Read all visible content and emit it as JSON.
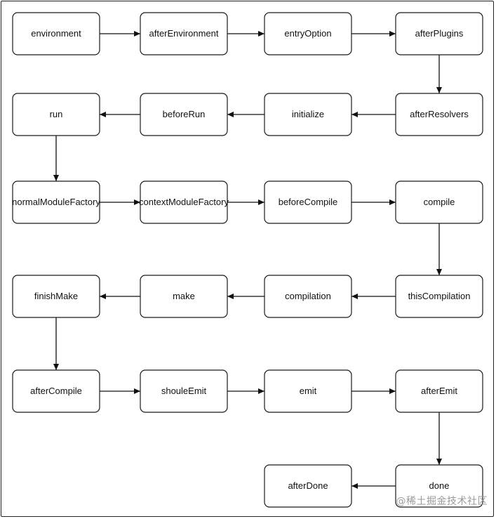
{
  "diagram": {
    "nodes": [
      {
        "id": "environment",
        "label": "environment"
      },
      {
        "id": "afterEnvironment",
        "label": "afterEnvironment"
      },
      {
        "id": "entryOption",
        "label": "entryOption"
      },
      {
        "id": "afterPlugins",
        "label": "afterPlugins"
      },
      {
        "id": "afterResolvers",
        "label": "afterResolvers"
      },
      {
        "id": "initialize",
        "label": "initialize"
      },
      {
        "id": "beforeRun",
        "label": "beforeRun"
      },
      {
        "id": "run",
        "label": "run"
      },
      {
        "id": "normalModuleFactory",
        "label": "normalModuleFactory"
      },
      {
        "id": "contextModuleFactory",
        "label": "contextModuleFactory"
      },
      {
        "id": "beforeCompile",
        "label": "beforeCompile"
      },
      {
        "id": "compile",
        "label": "compile"
      },
      {
        "id": "thisCompilation",
        "label": "thisCompilation"
      },
      {
        "id": "compilation",
        "label": "compilation"
      },
      {
        "id": "make",
        "label": "make"
      },
      {
        "id": "finishMake",
        "label": "finishMake"
      },
      {
        "id": "afterCompile",
        "label": "afterCompile"
      },
      {
        "id": "shouleEmit",
        "label": "shouleEmit"
      },
      {
        "id": "emit",
        "label": "emit"
      },
      {
        "id": "afterEmit",
        "label": "afterEmit"
      },
      {
        "id": "done",
        "label": "done"
      },
      {
        "id": "afterDone",
        "label": "afterDone"
      }
    ],
    "edges": [
      [
        "environment",
        "afterEnvironment"
      ],
      [
        "afterEnvironment",
        "entryOption"
      ],
      [
        "entryOption",
        "afterPlugins"
      ],
      [
        "afterPlugins",
        "afterResolvers"
      ],
      [
        "afterResolvers",
        "initialize"
      ],
      [
        "initialize",
        "beforeRun"
      ],
      [
        "beforeRun",
        "run"
      ],
      [
        "run",
        "normalModuleFactory"
      ],
      [
        "normalModuleFactory",
        "contextModuleFactory"
      ],
      [
        "contextModuleFactory",
        "beforeCompile"
      ],
      [
        "beforeCompile",
        "compile"
      ],
      [
        "compile",
        "thisCompilation"
      ],
      [
        "thisCompilation",
        "compilation"
      ],
      [
        "compilation",
        "make"
      ],
      [
        "make",
        "finishMake"
      ],
      [
        "finishMake",
        "afterCompile"
      ],
      [
        "afterCompile",
        "shouleEmit"
      ],
      [
        "shouleEmit",
        "emit"
      ],
      [
        "emit",
        "afterEmit"
      ],
      [
        "afterEmit",
        "done"
      ],
      [
        "done",
        "afterDone"
      ]
    ]
  },
  "watermark": "@稀土掘金技术社区"
}
